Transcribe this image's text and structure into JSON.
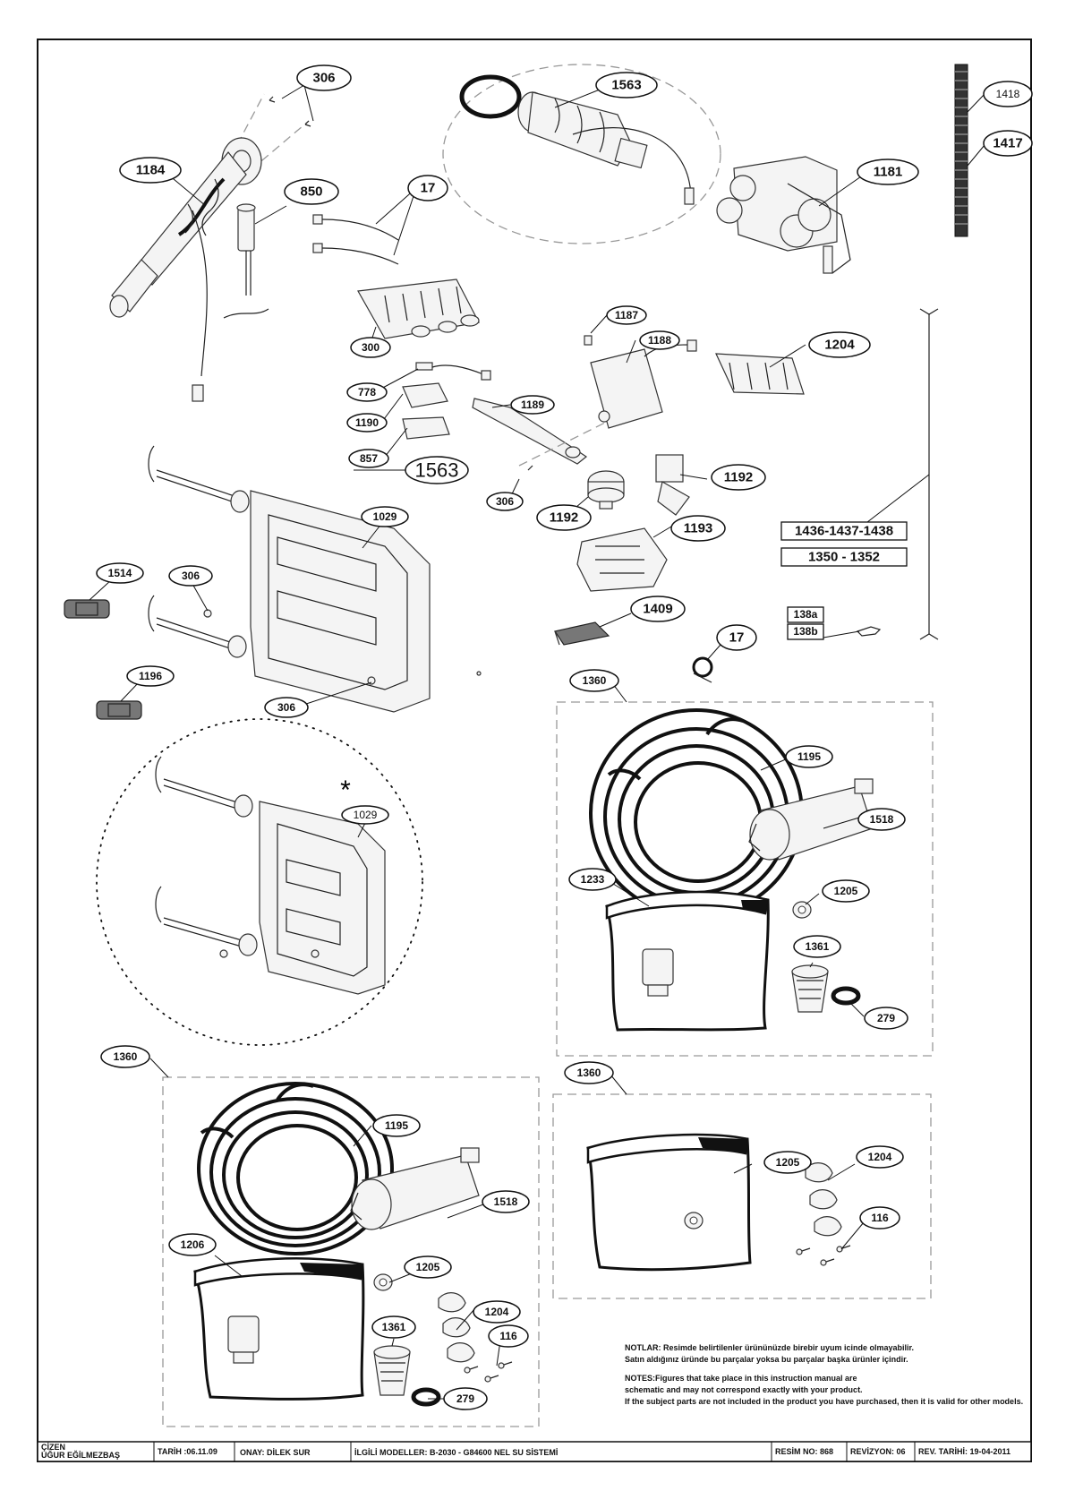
{
  "callouts": {
    "c306a": "306",
    "c1563a": "1563",
    "c1418": "1418",
    "c1417": "1417",
    "c1184": "1184",
    "c850": "850",
    "c17a": "17",
    "c1181": "1181",
    "c300": "300",
    "c1187": "1187",
    "c1188": "1188",
    "c1204a": "1204",
    "c778": "778",
    "c1190": "1190",
    "c1189": "1189",
    "c857": "857",
    "c1563b": "1563",
    "c306b": "306",
    "c1192a": "1192",
    "c1192b": "1192",
    "c1029a": "1029",
    "c1193": "1193",
    "c1514": "1514",
    "c306c": "306",
    "c1409": "1409",
    "c17b": "17",
    "c1196": "1196",
    "c306d": "306",
    "c1360a": "1360",
    "c1029b": "1029",
    "c1195a": "1195",
    "c1518a": "1518",
    "c1233": "1233",
    "c1205a": "1205",
    "c1361a": "1361",
    "c279a": "279",
    "c1360b": "1360",
    "c1360c": "1360",
    "c1195b": "1195",
    "c1205b": "1205",
    "c1204b": "1204",
    "c1518b": "1518",
    "c116a": "116",
    "c1206": "1206",
    "c1205c": "1205",
    "c1204c": "1204",
    "c1361b": "1361",
    "c116b": "116",
    "c279b": "279"
  },
  "boxed_labels": {
    "range1": "1436-1437-1438",
    "range2": "1350 - 1352",
    "c138a": "138a",
    "c138b": "138b"
  },
  "asterisk": "*",
  "notes": {
    "tr1": "NOTLAR: Resimde belirtilenler ürününüzde birebir  uyum icinde olmayabilir.",
    "tr2": "Satın aldığınız üründe bu parçalar yoksa bu parçalar başka ürünler içindir.",
    "en1": "NOTES:Figures that take place in this instruction manual are",
    "en2": "schematic  and may not correspond exactly with your product.",
    "en3": "If the subject parts are not included in the product you have purchased, then it is valid for other models."
  },
  "title_block": {
    "drawn_label": "ÇİZEN",
    "drawn_name": "UĞUR EĞİLMEZBAŞ",
    "date": "TARİH :06.11.09",
    "approval": "ONAY: DİLEK SUR",
    "models": "İLGİLİ MODELLER:  B-2030 - G84600 NEL SU SİSTEMİ",
    "drawing_no": "RESİM NO: 868",
    "revision": "REVİZYON: 06",
    "rev_date": "REV. TARİHİ: 19-04-2011"
  }
}
